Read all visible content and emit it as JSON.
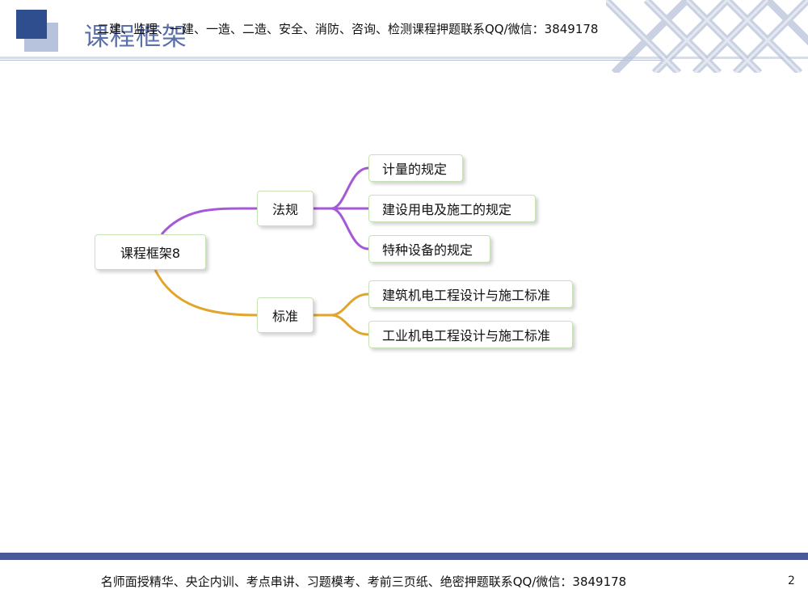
{
  "header": {
    "title": "课程框架",
    "banner": "二建、监理、一建、一造、二造、安全、消防、咨询、检测课程押题联系QQ/微信：3849178"
  },
  "mindmap": {
    "root": "课程框架8",
    "branches": [
      {
        "label": "法规",
        "color": "#a659d6",
        "children": [
          "计量的规定",
          "建设用电及施工的规定",
          "特种设备的规定"
        ]
      },
      {
        "label": "标准",
        "color": "#e0a52a",
        "children": [
          "建筑机电工程设计与施工标准",
          "工业机电工程设计与施工标准"
        ]
      }
    ]
  },
  "footer": {
    "text": "名师面授精华、央企内训、考点串讲、习题模考、考前三页纸、绝密押题联系QQ/微信：3849178",
    "page_number": "2"
  },
  "colors": {
    "accent_dark": "#2e4e8e",
    "accent_light": "#aab9d6",
    "node_border": "#c7e3b6"
  }
}
